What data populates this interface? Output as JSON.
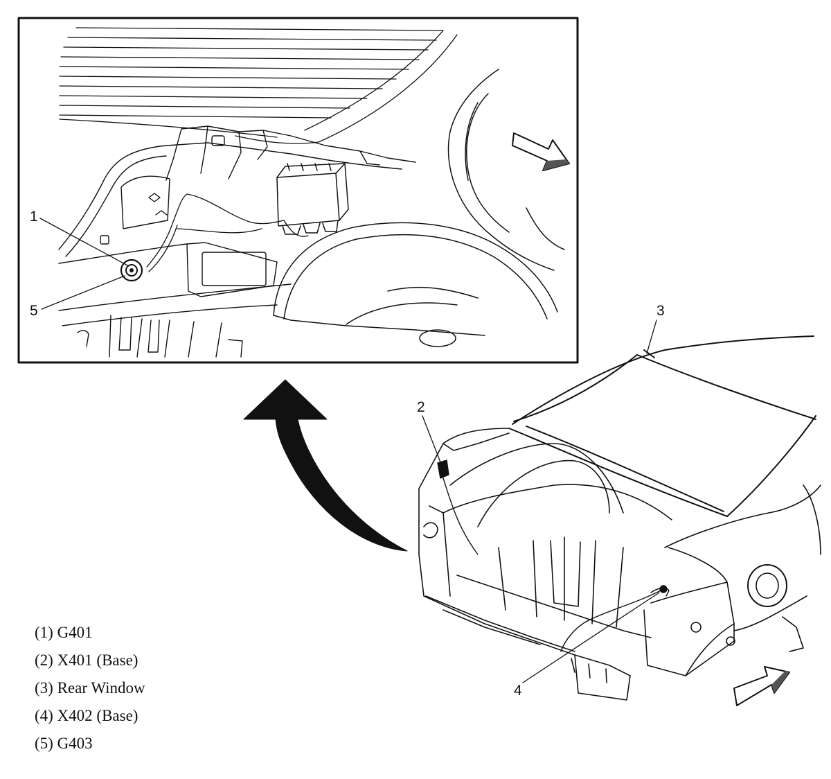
{
  "callouts": {
    "c1": "1",
    "c2": "2",
    "c3": "3",
    "c4": "4",
    "c5": "5"
  },
  "legend": [
    "(1) G401",
    "(2) X401 (Base)",
    "(3) Rear Window",
    "(4) X402 (Base)",
    "(5) G403"
  ],
  "colors": {
    "ink": "#111111",
    "paper": "#ffffff"
  }
}
